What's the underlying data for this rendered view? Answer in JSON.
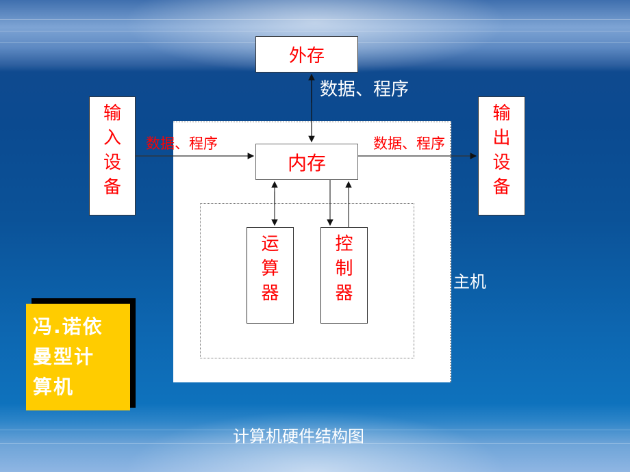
{
  "diagram": {
    "external_storage": "外存",
    "top_flow_label": "数据、程序",
    "input_device": [
      "输",
      "入",
      "设",
      "备"
    ],
    "input_flow_label": "数据、程序",
    "memory": "内存",
    "output_flow_label": "数据、程序",
    "output_device": [
      "输",
      "出",
      "设",
      "备"
    ],
    "alu": [
      "运",
      "算",
      "器"
    ],
    "controller": [
      "控",
      "制",
      "器"
    ],
    "host_label": "主机"
  },
  "badge": {
    "lines": [
      "冯.诺依",
      "曼型计",
      "算机"
    ]
  },
  "caption": "计算机硬件结构图",
  "colors": {
    "label_red": "#ff0000",
    "badge_yellow": "#ffcc00",
    "background_blue": "#0b4a90"
  }
}
